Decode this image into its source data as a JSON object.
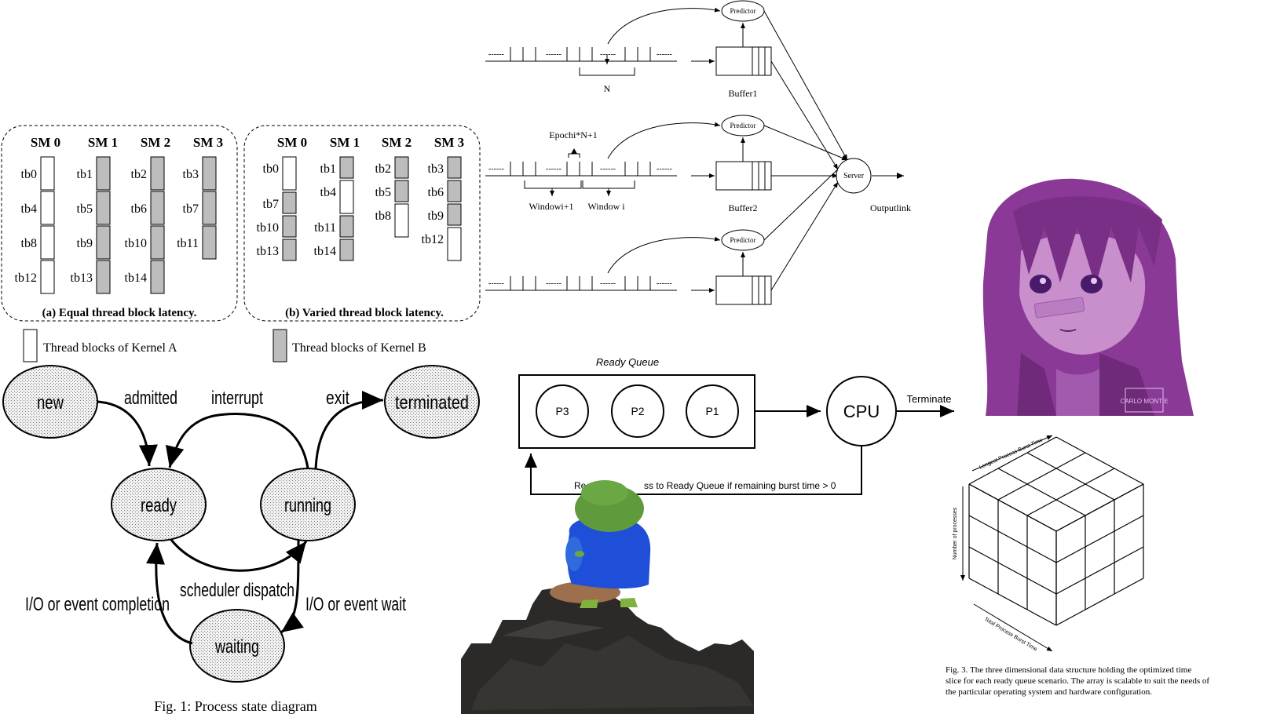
{
  "sm_panel": {
    "headers": [
      "SM 0",
      "SM 1",
      "SM 2",
      "SM 3"
    ],
    "panel_a": {
      "caption": "(a) Equal thread block latency.",
      "blocks": [
        {
          "label": "tb0",
          "col": 0,
          "row": 0,
          "kernel": "A"
        },
        {
          "label": "tb4",
          "col": 0,
          "row": 1,
          "kernel": "A"
        },
        {
          "label": "tb8",
          "col": 0,
          "row": 2,
          "kernel": "A"
        },
        {
          "label": "tb12",
          "col": 0,
          "row": 3,
          "kernel": "A"
        },
        {
          "label": "tb1",
          "col": 1,
          "row": 0,
          "kernel": "B"
        },
        {
          "label": "tb5",
          "col": 1,
          "row": 1,
          "kernel": "B"
        },
        {
          "label": "tb9",
          "col": 1,
          "row": 2,
          "kernel": "B"
        },
        {
          "label": "tb13",
          "col": 1,
          "row": 3,
          "kernel": "B"
        },
        {
          "label": "tb2",
          "col": 2,
          "row": 0,
          "kernel": "B"
        },
        {
          "label": "tb6",
          "col": 2,
          "row": 1,
          "kernel": "B"
        },
        {
          "label": "tb10",
          "col": 2,
          "row": 2,
          "kernel": "B"
        },
        {
          "label": "tb14",
          "col": 2,
          "row": 3,
          "kernel": "B"
        },
        {
          "label": "tb3",
          "col": 3,
          "row": 0,
          "kernel": "B"
        },
        {
          "label": "tb7",
          "col": 3,
          "row": 1,
          "kernel": "B"
        },
        {
          "label": "tb11",
          "col": 3,
          "row": 2,
          "kernel": "B"
        }
      ]
    },
    "panel_b": {
      "caption": "(b) Varied thread block latency.",
      "blocks": [
        {
          "label": "tb0",
          "kernel": "A"
        },
        {
          "label": "tb7",
          "kernel": "B"
        },
        {
          "label": "tb10",
          "kernel": "B"
        },
        {
          "label": "tb13",
          "kernel": "B"
        },
        {
          "label": "tb1",
          "kernel": "B"
        },
        {
          "label": "tb4",
          "kernel": "A"
        },
        {
          "label": "tb11",
          "kernel": "B"
        },
        {
          "label": "tb14",
          "kernel": "B"
        },
        {
          "label": "tb2",
          "kernel": "B"
        },
        {
          "label": "tb5",
          "kernel": "B"
        },
        {
          "label": "tb8",
          "kernel": "A"
        },
        {
          "label": "tb3",
          "kernel": "B"
        },
        {
          "label": "tb6",
          "kernel": "B"
        },
        {
          "label": "tb9",
          "kernel": "B"
        },
        {
          "label": "tb12",
          "kernel": "A"
        }
      ]
    },
    "legend": {
      "kernel_a": "Thread blocks of Kernel A",
      "kernel_b": "Thread blocks of Kernel B"
    },
    "colors": {
      "kernel_b_fill": "#bdbdbd",
      "kernel_a_fill": "#ffffff"
    }
  },
  "network": {
    "predictor": "Predictor",
    "server": "Server",
    "buffer1": "Buffer1",
    "buffer2": "Buffer2",
    "output": "Outputlink",
    "n_label": "N",
    "epoch_label": "Epochi*N+1",
    "window_next": "Windowi+1",
    "window_cur": "Window i",
    "dots": "------"
  },
  "state_diagram": {
    "states": {
      "new": "new",
      "ready": "ready",
      "running": "running",
      "terminated": "terminated",
      "waiting": "waiting"
    },
    "transitions": {
      "admitted": "admitted",
      "interrupt": "interrupt",
      "exit": "exit",
      "dispatch": "scheduler dispatch",
      "io_completion": "I/O or event completion",
      "io_wait": "I/O or event wait"
    },
    "caption": "Fig. 1: Process state diagram"
  },
  "ready_queue": {
    "title": "Ready Queue",
    "processes": [
      "P3",
      "P2",
      "P1"
    ],
    "cpu": "CPU",
    "terminate": "Terminate",
    "return_left": "Re",
    "return_right": "ss to Ready Queue if remaining burst time > 0"
  },
  "cube": {
    "axis_longest": "Longest Process Burst Time",
    "axis_number": "Number of processes",
    "axis_total": "Total Process Burst Time",
    "caption_lines": [
      "Fig. 3.  The three dimensional data structure holding the optimized time",
      "slice for each ready queue scenario. The array is scalable to suit the needs of",
      "the particular operating system and hardware configuration."
    ]
  },
  "anime_signature": "CARLO MONTIE",
  "colors": {
    "anime_purple": "#8a3a96",
    "frog_green": "#5f9a3c",
    "frog_shirt": "#1f4fd8",
    "rock": "#2b2a28"
  }
}
